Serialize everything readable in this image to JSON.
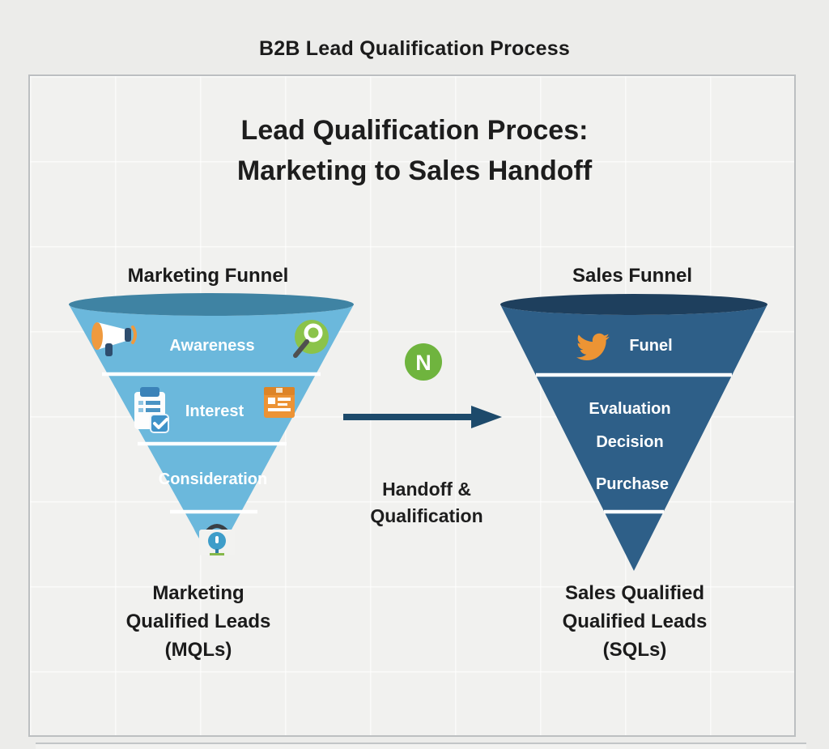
{
  "header": {
    "title": "B2B Lead Qualification Process"
  },
  "panel": {
    "title_line1": "Lead Qualification Proces:",
    "title_line2": "Marketing to Sales Handoff"
  },
  "marketing_funnel": {
    "title": "Marketing Funnel",
    "stages": [
      "Awareness",
      "Interest",
      "Consideration"
    ],
    "caption_lines": [
      "Marketing",
      "Qualified Leads",
      "(MQLs)"
    ],
    "body_color": "#6bb8dc",
    "rim_color": "#3f83a3",
    "icons": [
      "megaphone-icon",
      "search-icon",
      "checklist-icon",
      "package-icon",
      "microphone-icon"
    ]
  },
  "sales_funnel": {
    "title": "Sales Funnel",
    "stages": [
      "Funel",
      "Evaluation",
      "Decision",
      "Purchase"
    ],
    "caption_lines": [
      "Sales Qualified",
      "Qualified Leads",
      "(SQLs)"
    ],
    "body_color": "#2e5f88",
    "rim_color": "#1e3f5d",
    "icons": [
      "bird-icon"
    ]
  },
  "handoff": {
    "badge_letter": "N",
    "badge_color": "#6fb43e",
    "label_line1": "Handoff &",
    "label_line2": "Qualification",
    "arrow_color": "#1d4a6b"
  }
}
